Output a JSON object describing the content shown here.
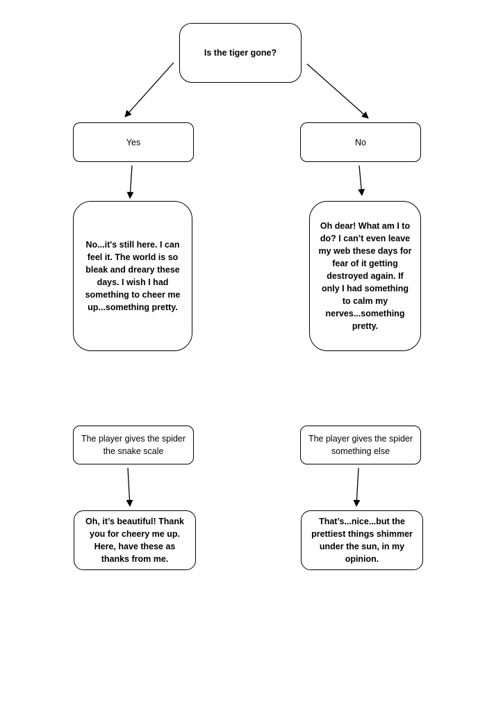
{
  "nodes": {
    "question": {
      "text": "Is the tiger gone?"
    },
    "yes": {
      "text": "Yes"
    },
    "no": {
      "text": "No"
    },
    "yes_response": {
      "text": "No...it's still here. I can feel it. The world is so bleak and dreary these days. I wish I had something to cheer me up...something pretty."
    },
    "no_response": {
      "text": "Oh dear! What am I to do? I can’t even leave my web these days for fear of it getting destroyed again. If only I had something to calm my nerves...something pretty."
    },
    "gives_snake_scale": {
      "text": "The player gives the spider the snake scale"
    },
    "gives_something_else": {
      "text": "The player gives the spider something else"
    },
    "snake_scale_response": {
      "text": "Oh, it’s beautiful! Thank you for cheery me up. Here, have these as thanks from me."
    },
    "something_else_response": {
      "text": "That’s...nice...but the prettiest things shimmer under the sun, in my opinion."
    }
  },
  "colors": {
    "stroke": "#000000",
    "background": "#ffffff"
  }
}
